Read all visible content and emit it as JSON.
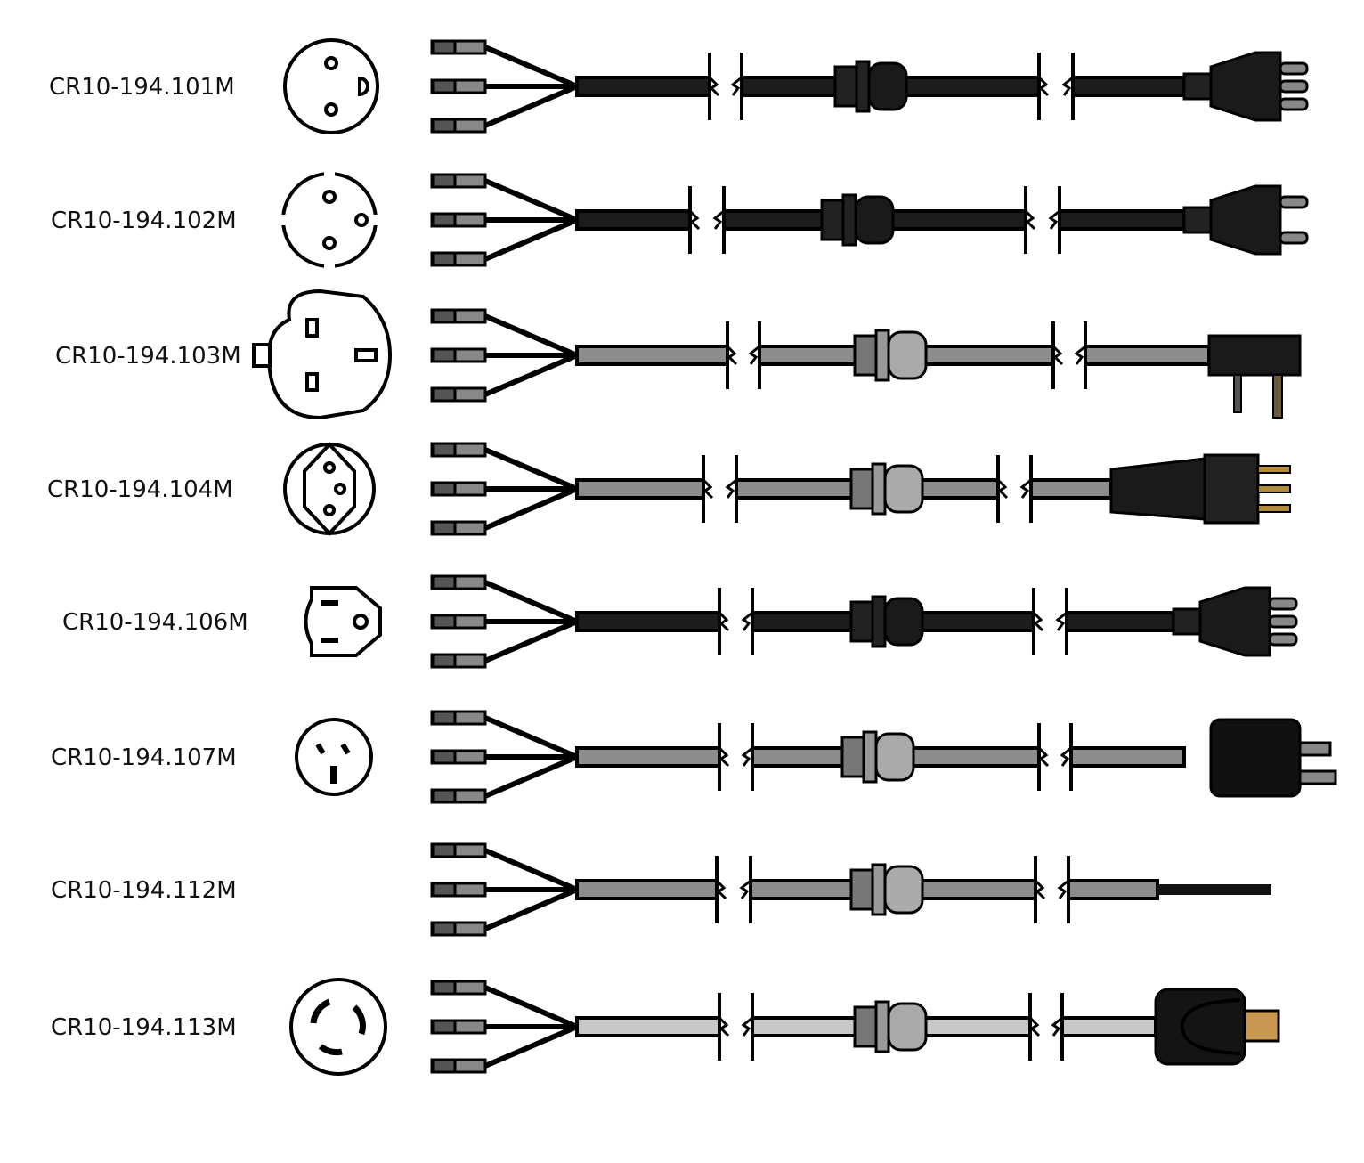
{
  "cords": [
    {
      "part_number": "CR10-194.101M",
      "face_icon": "danish-socket-icon",
      "plug_icon": "danish-plug-icon",
      "cable_color": "#1c1c1c"
    },
    {
      "part_number": "CR10-194.102M",
      "face_icon": "schuko-socket-icon",
      "plug_icon": "schuko-plug-icon",
      "cable_color": "#1c1c1c"
    },
    {
      "part_number": "CR10-194.103M",
      "face_icon": "uk-socket-icon",
      "plug_icon": "uk-plug-icon",
      "cable_color": "#8c8c8c"
    },
    {
      "part_number": "CR10-194.104M",
      "face_icon": "swiss-socket-icon",
      "plug_icon": "swiss-plug-icon",
      "cable_color": "#8c8c8c"
    },
    {
      "part_number": "CR10-194.106M",
      "face_icon": "nema-5-15-socket-icon",
      "plug_icon": "nema-5-15-plug-icon",
      "cable_color": "#1c1c1c"
    },
    {
      "part_number": "CR10-194.107M",
      "face_icon": "australian-socket-icon",
      "plug_icon": "australian-plug-icon",
      "cable_color": "#8c8c8c"
    },
    {
      "part_number": "CR10-194.112M",
      "face_icon": "",
      "plug_icon": "bare-wire-end-icon",
      "cable_color": "#8c8c8c"
    },
    {
      "part_number": "CR10-194.113M",
      "face_icon": "twist-lock-socket-icon",
      "plug_icon": "twist-lock-plug-icon",
      "cable_color": "#c8c8c8"
    }
  ]
}
